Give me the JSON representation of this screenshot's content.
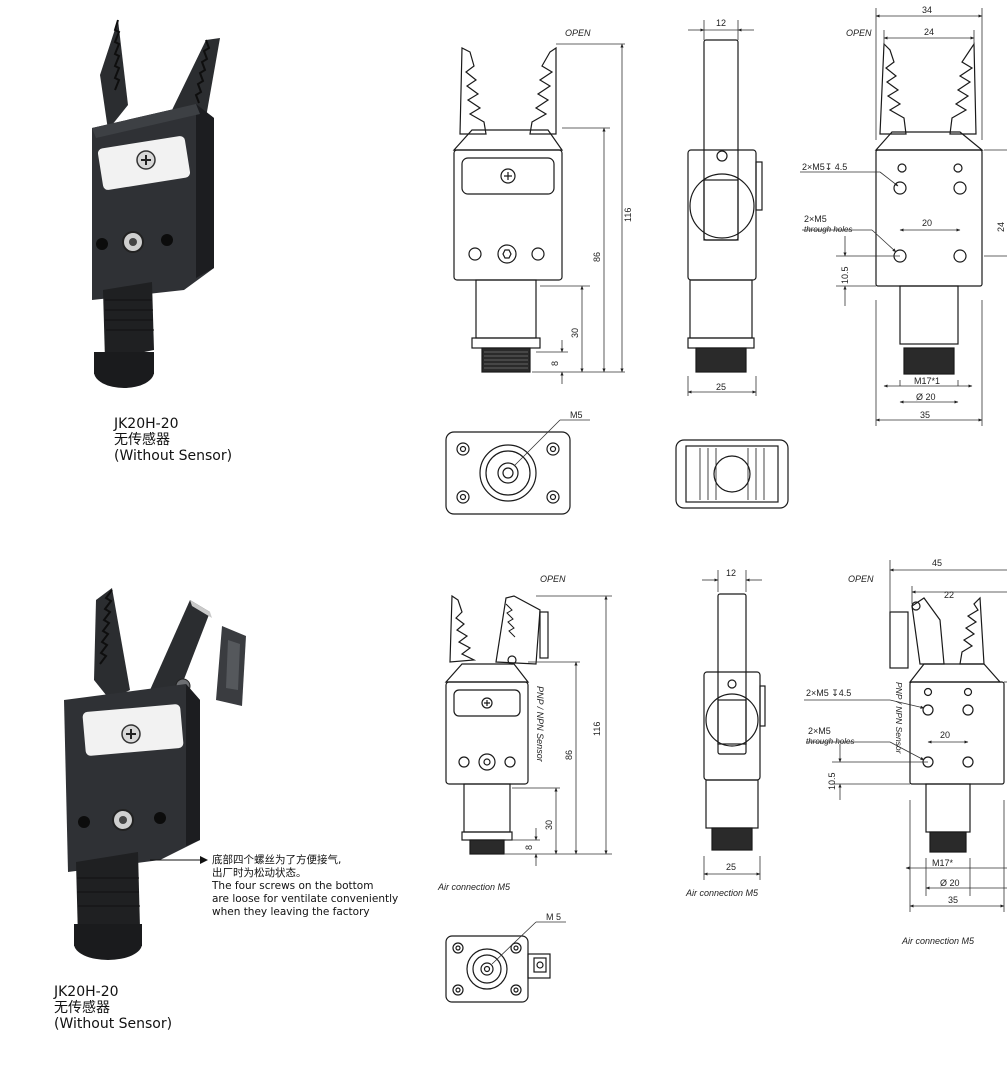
{
  "products": [
    {
      "model": "JK20H-20",
      "name_cn": "无传感器",
      "name_en": "(Without Sensor)"
    },
    {
      "model": "JK20H-20",
      "name_cn": "无传感器",
      "name_en": "(Without Sensor)",
      "callout_cn_1": "底部四个螺丝为了方便接气,",
      "callout_cn_2": "出厂时为松动状态。",
      "callout_en_1": "The four screws on the bottom",
      "callout_en_2": "are loose for ventilate conveniently",
      "callout_en_3": "when they leaving the factory"
    }
  ],
  "top_drawing": {
    "open_front": "OPEN",
    "open_right": "OPEN",
    "dim_116": "116",
    "dim_86": "86",
    "dim_30": "30",
    "dim_8": "8",
    "dim_12": "12",
    "dim_25": "25",
    "dim_34": "34",
    "dim_24_top": "24",
    "dim_24_side": "24",
    "dim_20": "20",
    "dim_10_5": "10.5",
    "dim_35": "35",
    "label_m5_depth": "2×M5↧ 4.5",
    "label_m5_through": "2×M5",
    "label_through_holes": "through holes",
    "label_m17": "M17*1",
    "label_phi20": "Ø 20",
    "label_m5_bottom": "M5"
  },
  "bottom_drawing": {
    "open_front": "OPEN",
    "open_right": "OPEN",
    "sensor_text": "PNP / NPN  Sensor",
    "sensor_text_right": "PNP / NPN  Sensor",
    "dim_116": "116",
    "dim_86": "86",
    "dim_30": "30",
    "dim_8": "8",
    "dim_12": "12",
    "dim_25": "25",
    "dim_45": "45",
    "dim_22": "22",
    "dim_20": "20",
    "dim_10_5": "10.5",
    "dim_35": "35",
    "label_m5_depth": "2×M5 ↧4.5",
    "label_m5_through": "2×M5",
    "label_through_holes": "through holes",
    "label_m17": "M17*",
    "label_phi20": "Ø 20",
    "label_m5_bottom": "M 5",
    "air_front": "Air connection  M5",
    "air_side": "Air connection  M5",
    "air_right": "Air connection  M5"
  },
  "colors": {
    "body": "#2b2d30",
    "body_dark": "#17181a",
    "line": "#1a1a1a",
    "label_plate": "#f2f2f2"
  }
}
